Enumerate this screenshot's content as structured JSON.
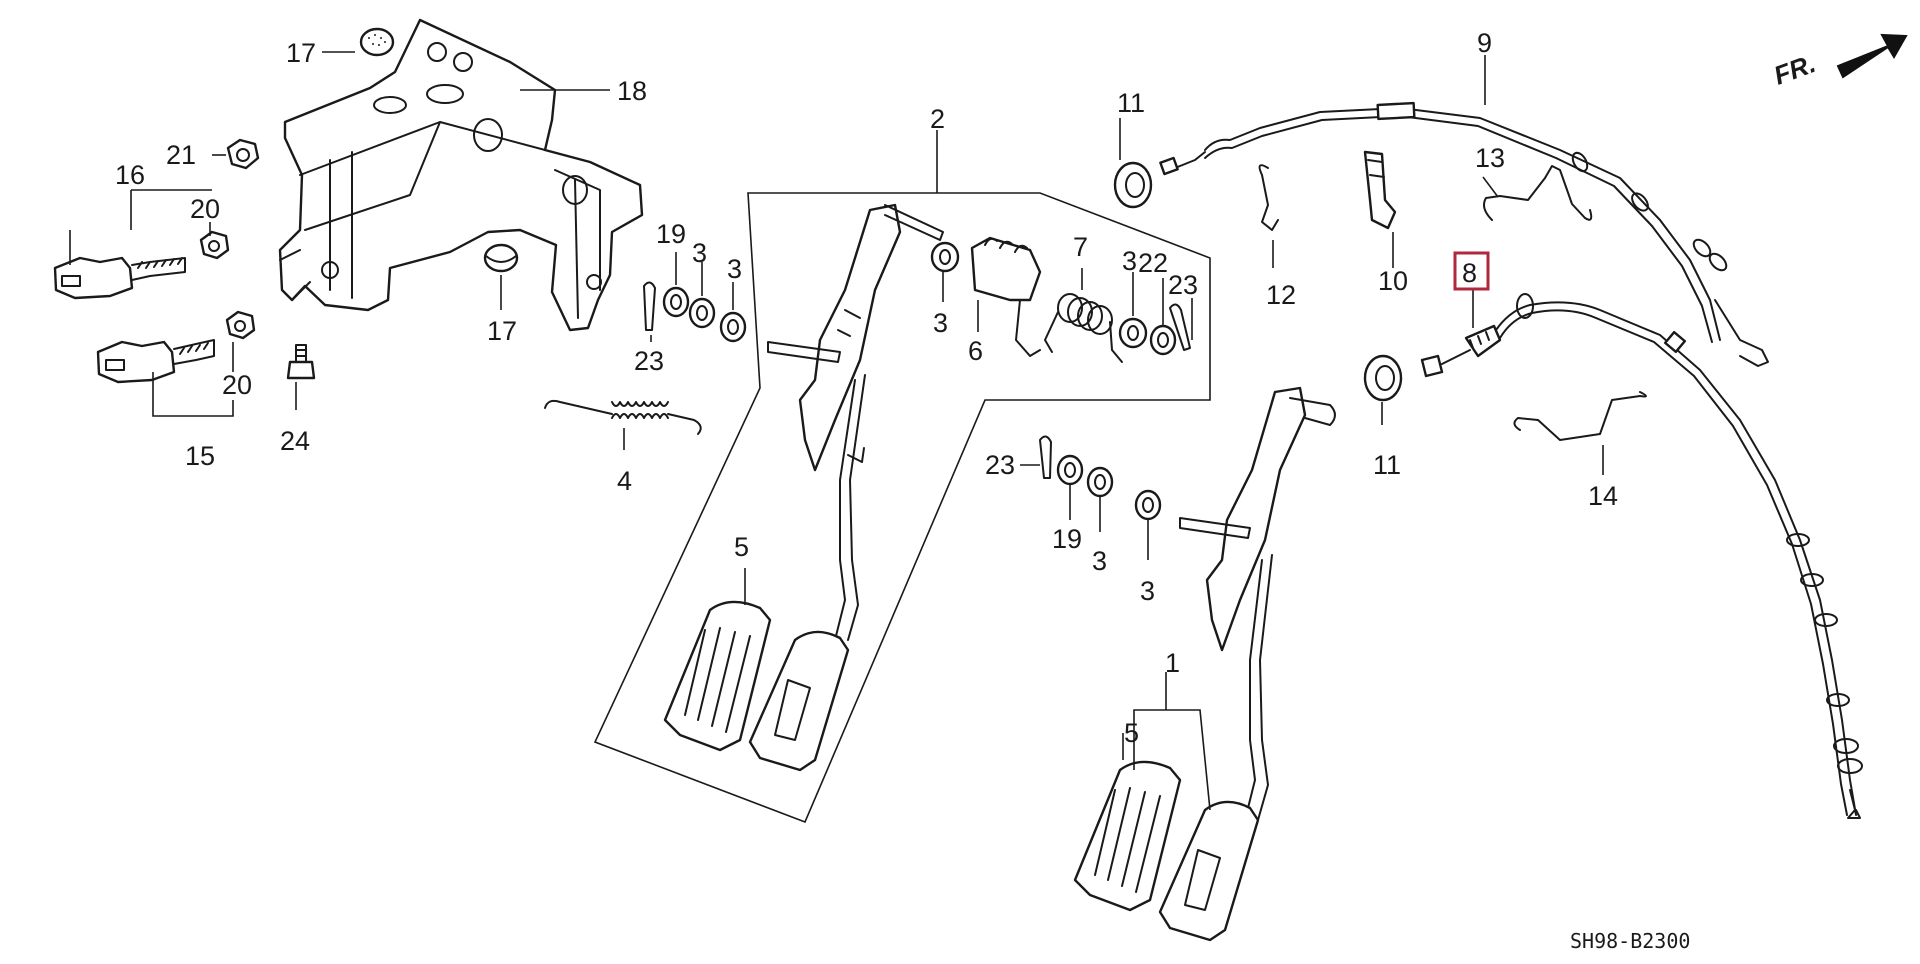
{
  "diagram_code": "SH98-B2300",
  "front_indicator": "FR.",
  "highlighted_callout": "8",
  "colors": {
    "highlight_box": "#b0283c",
    "line": "#1a1a1a",
    "background": "#ffffff"
  },
  "callouts": {
    "c1": "1",
    "c2": "2",
    "c3a": "3",
    "c3b": "3",
    "c3c": "3",
    "c3d": "3",
    "c3e": "3",
    "c3f": "3",
    "c4": "4",
    "c5a": "5",
    "c5b": "5",
    "c6": "6",
    "c7": "7",
    "c8": "8",
    "c9": "9",
    "c10": "10",
    "c11a": "11",
    "c11b": "11",
    "c12": "12",
    "c13": "13",
    "c14": "14",
    "c15": "15",
    "c16": "16",
    "c17a": "17",
    "c17b": "17",
    "c18": "18",
    "c19a": "19",
    "c19b": "19",
    "c20a": "20",
    "c20b": "20",
    "c21": "21",
    "c22": "22",
    "c23a": "23",
    "c23b": "23",
    "c23c": "23",
    "c24": "24"
  }
}
